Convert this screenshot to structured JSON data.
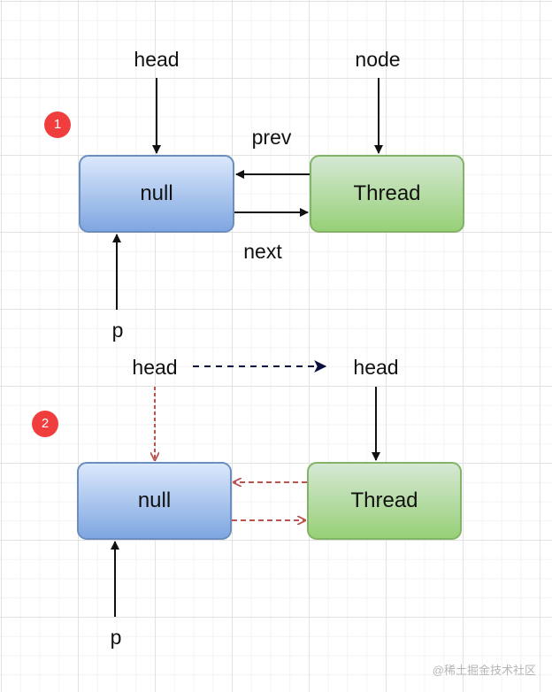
{
  "step1": {
    "badge": "1",
    "head_label": "head",
    "node_label": "node",
    "prev_label": "prev",
    "next_label": "next",
    "p_label": "p",
    "left_box": "null",
    "right_box": "Thread"
  },
  "step2": {
    "badge": "2",
    "head_label_left": "head",
    "head_label_right": "head",
    "p_label": "p",
    "left_box": "null",
    "right_box": "Thread"
  },
  "watermark": "@稀土掘金技术社区",
  "colors": {
    "node_blue_fill": "#7ea6e0",
    "node_blue_border": "#6c8ebf",
    "node_green_fill": "#97d077",
    "node_green_border": "#82b366",
    "badge_red": "#f03e3e",
    "dashed_red": "#b85450",
    "dashed_navy": "#0b0f3f"
  }
}
